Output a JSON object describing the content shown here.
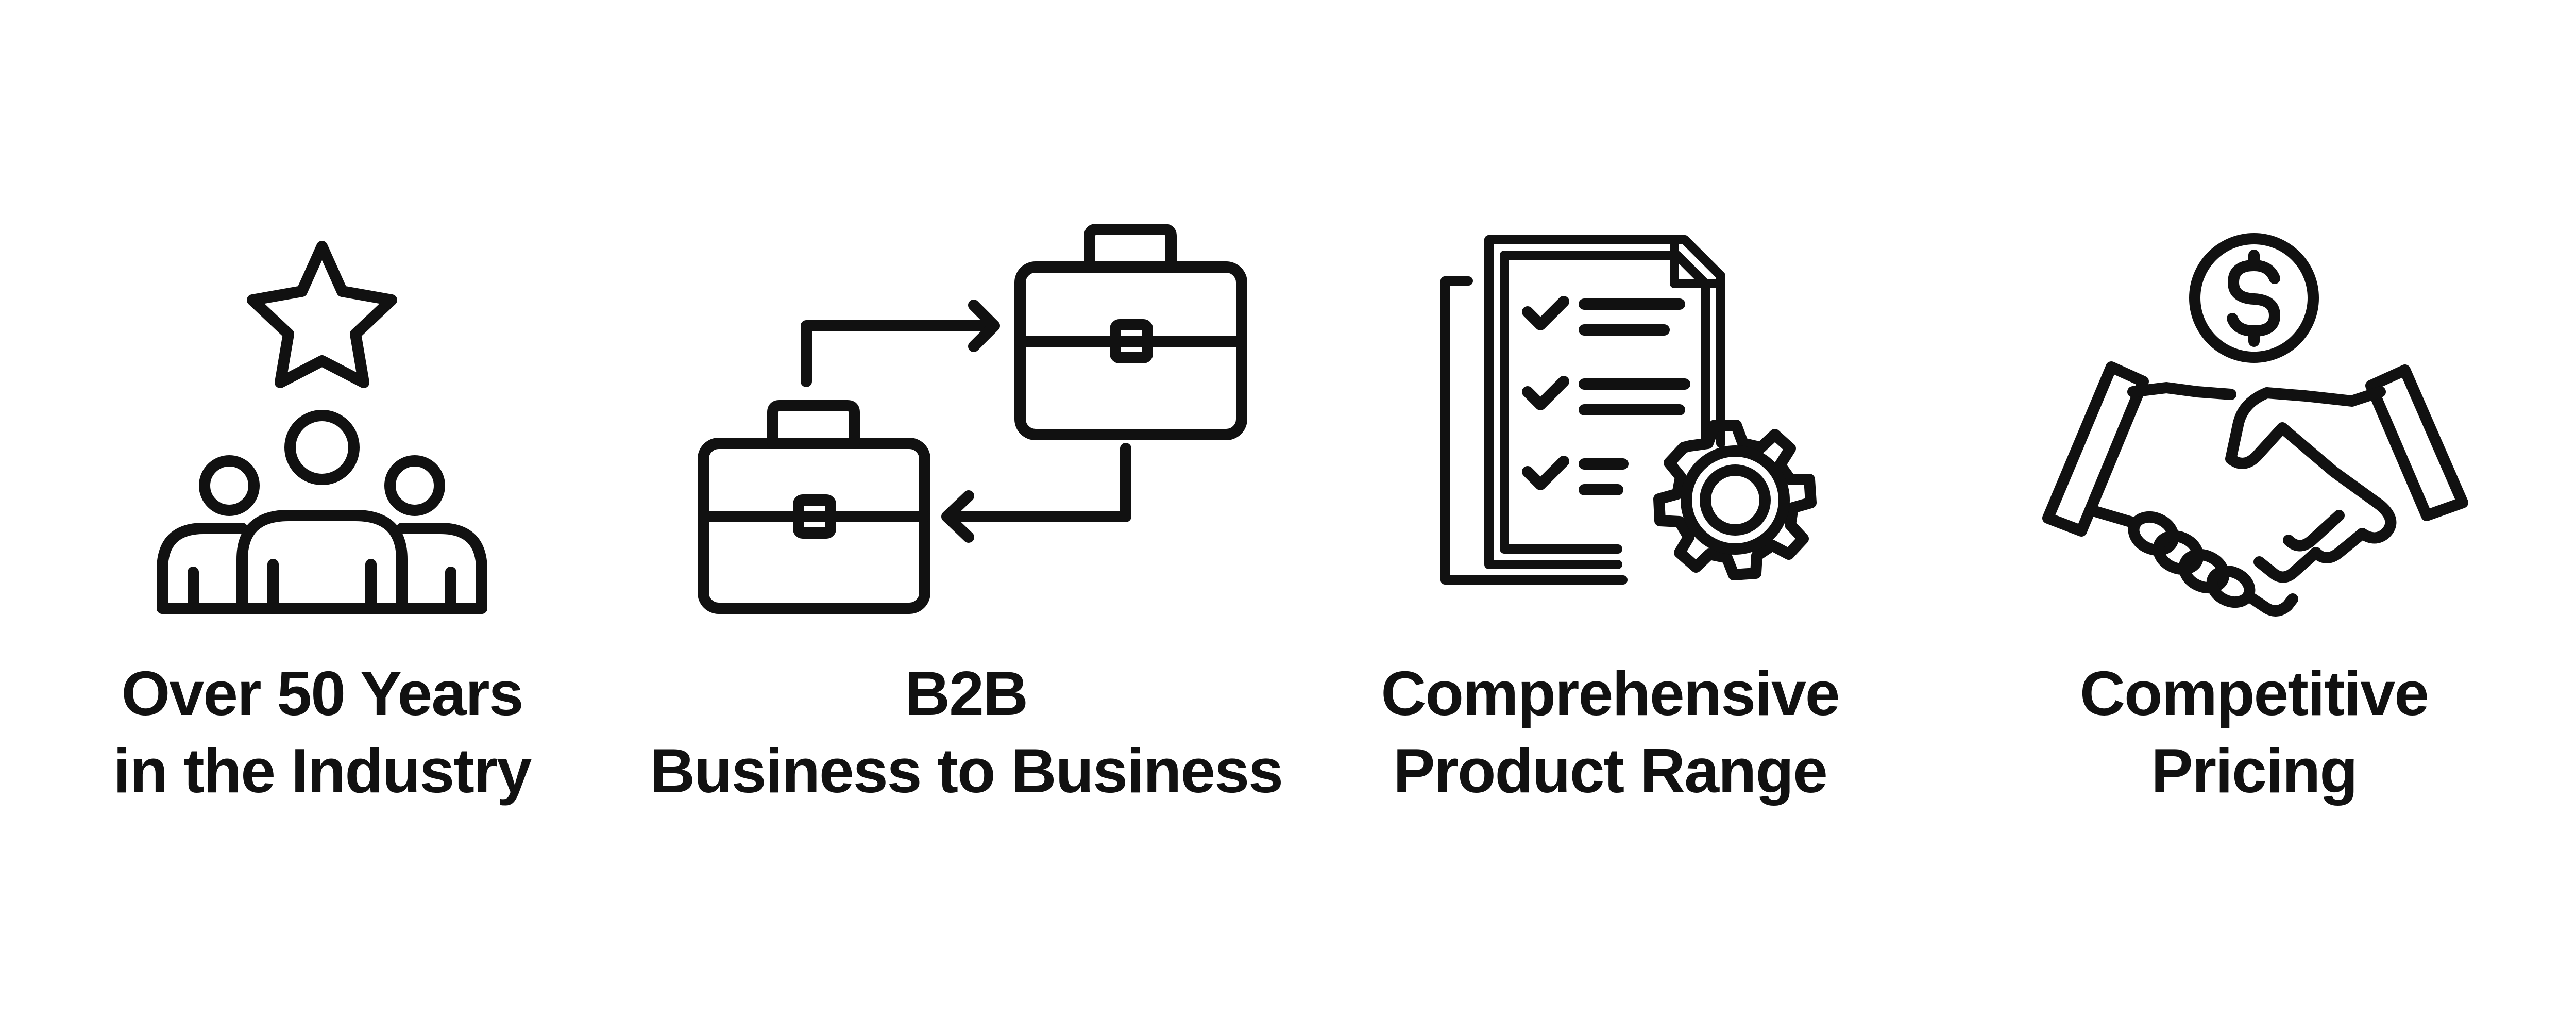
{
  "features": [
    {
      "icon": "team-star-icon",
      "line1": "Over 50 Years",
      "line2": "in the Industry"
    },
    {
      "icon": "briefcase-exchange-icon",
      "line1": "B2B",
      "line2": "Business to Business"
    },
    {
      "icon": "checklist-gear-icon",
      "line1": "Comprehensive",
      "line2": "Product Range"
    },
    {
      "icon": "handshake-dollar-icon",
      "line1": "Competitive",
      "line2": "Pricing"
    }
  ],
  "colors": {
    "background": "#ffffff",
    "ink": "#111111"
  }
}
